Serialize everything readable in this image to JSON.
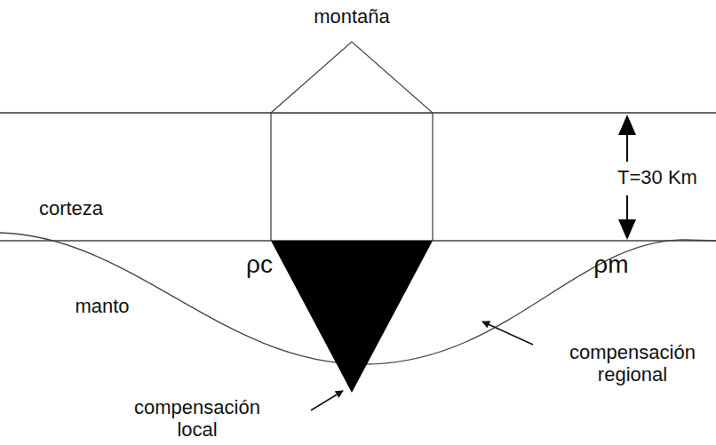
{
  "diagram": {
    "labels": [
      "montaña",
      "T=30 Km",
      "corteza",
      "ρc",
      "manto",
      "ρm",
      "compensación regional",
      "compensación local"
    ]
  }
}
